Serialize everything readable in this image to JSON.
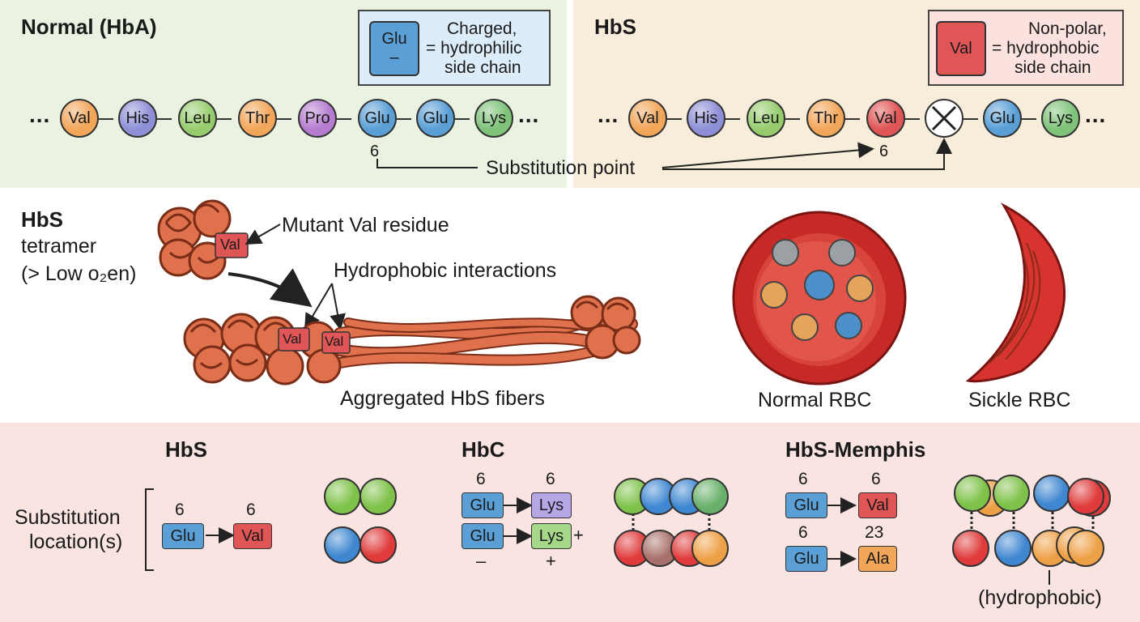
{
  "colors": {
    "val": "#f2a65a",
    "his": "#8e8fd6",
    "leu": "#96cc6e",
    "thr": "#f2a65a",
    "pro": "#b57ccf",
    "glu": "#5a9fd6",
    "lys": "#7fc27a",
    "mut_val": "#e05555",
    "ala": "#f2a65a",
    "lys_purple": "#b7a6e6",
    "lys_green": "#a6d88a",
    "panel_top_left": "#eaf3e2",
    "panel_top_right": "#f8ecda",
    "panel_bottom": "#f9e4e1",
    "protein": "#e0714d",
    "rbc": "#d8342f"
  },
  "top": {
    "normal": {
      "title": "Normal (HbA)",
      "legend_residue": "Glu",
      "legend_sign": "–",
      "legend_text": [
        "Charged,",
        "= hydrophilic",
        "side chain"
      ],
      "chain": [
        "Val",
        "His",
        "Leu",
        "Thr",
        "Pro",
        "Glu",
        "Glu",
        "Lys"
      ],
      "position": "6"
    },
    "hbs": {
      "title": "HbS",
      "legend_residue": "Val",
      "legend_text": [
        "Non-polar,",
        "= hydrophobic",
        "side chain"
      ],
      "chain": [
        "Val",
        "His",
        "Leu",
        "Thr",
        "Val",
        "",
        "Glu",
        "Lys"
      ],
      "position": "6"
    },
    "substitution_label": "Substitution point",
    "ellipsis": "..."
  },
  "middle": {
    "title": "HbS",
    "subtitle1": "tetramer",
    "subtitle2": "(> Low o₂en)",
    "mutant_label": "Mutant Val residue",
    "hydrophobic_label": "Hydrophobic interactions",
    "val_tag": "Val",
    "fibers_label": "Aggregated HbS fibers",
    "normal_rbc": "Normal RBC",
    "sickle_rbc": "Sickle RBC"
  },
  "bottom": {
    "row_label": [
      "Substitution",
      "location(s)"
    ],
    "hbs": {
      "title": "HbS",
      "pos_from": "6",
      "pos_to": "6",
      "from": "Glu",
      "to": "Val"
    },
    "hbc": {
      "title": "HbC",
      "pos_from": "6",
      "pos_to": "6",
      "from": "Glu",
      "to": "Lys",
      "from2": "Glu",
      "to2": "Lys",
      "plus": "+",
      "minus": "–",
      "plus2": "+"
    },
    "memphis": {
      "title": "HbS-Memphis",
      "pos1_from": "6",
      "pos1_to": "6",
      "from1": "Glu",
      "to1": "Val",
      "pos2_from": "6",
      "pos2_to": "23",
      "from2": "Glu",
      "to2": "Ala",
      "note": "(hydrophobic)"
    }
  }
}
